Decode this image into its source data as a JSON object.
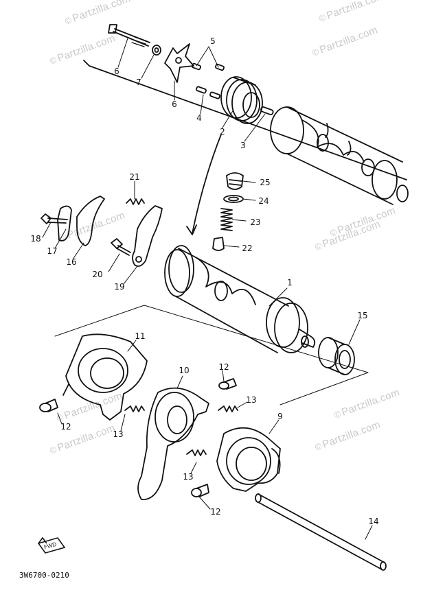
{
  "watermark": "Partzilla.com",
  "diagram_code": "3W6700-0210",
  "front_badge": "FWD",
  "parts": [
    {
      "id": "part-1",
      "label": "1"
    },
    {
      "id": "part-2",
      "label": "2"
    },
    {
      "id": "part-3",
      "label": "3"
    },
    {
      "id": "part-4",
      "label": "4"
    },
    {
      "id": "part-5",
      "label": "5"
    },
    {
      "id": "part-6a",
      "label": "6"
    },
    {
      "id": "part-6b",
      "label": "6"
    },
    {
      "id": "part-7",
      "label": "7"
    },
    {
      "id": "part-9",
      "label": "9"
    },
    {
      "id": "part-10",
      "label": "10"
    },
    {
      "id": "part-11",
      "label": "11"
    },
    {
      "id": "part-12a",
      "label": "12"
    },
    {
      "id": "part-12b",
      "label": "12"
    },
    {
      "id": "part-12c",
      "label": "12"
    },
    {
      "id": "part-13a",
      "label": "13"
    },
    {
      "id": "part-13b",
      "label": "13"
    },
    {
      "id": "part-13c",
      "label": "13"
    },
    {
      "id": "part-14",
      "label": "14"
    },
    {
      "id": "part-15",
      "label": "15"
    },
    {
      "id": "part-16",
      "label": "16"
    },
    {
      "id": "part-17",
      "label": "17"
    },
    {
      "id": "part-18",
      "label": "18"
    },
    {
      "id": "part-19",
      "label": "19"
    },
    {
      "id": "part-20",
      "label": "20"
    },
    {
      "id": "part-21",
      "label": "21"
    },
    {
      "id": "part-22",
      "label": "22"
    },
    {
      "id": "part-23",
      "label": "23"
    },
    {
      "id": "part-24",
      "label": "24"
    },
    {
      "id": "part-25",
      "label": "25"
    }
  ]
}
